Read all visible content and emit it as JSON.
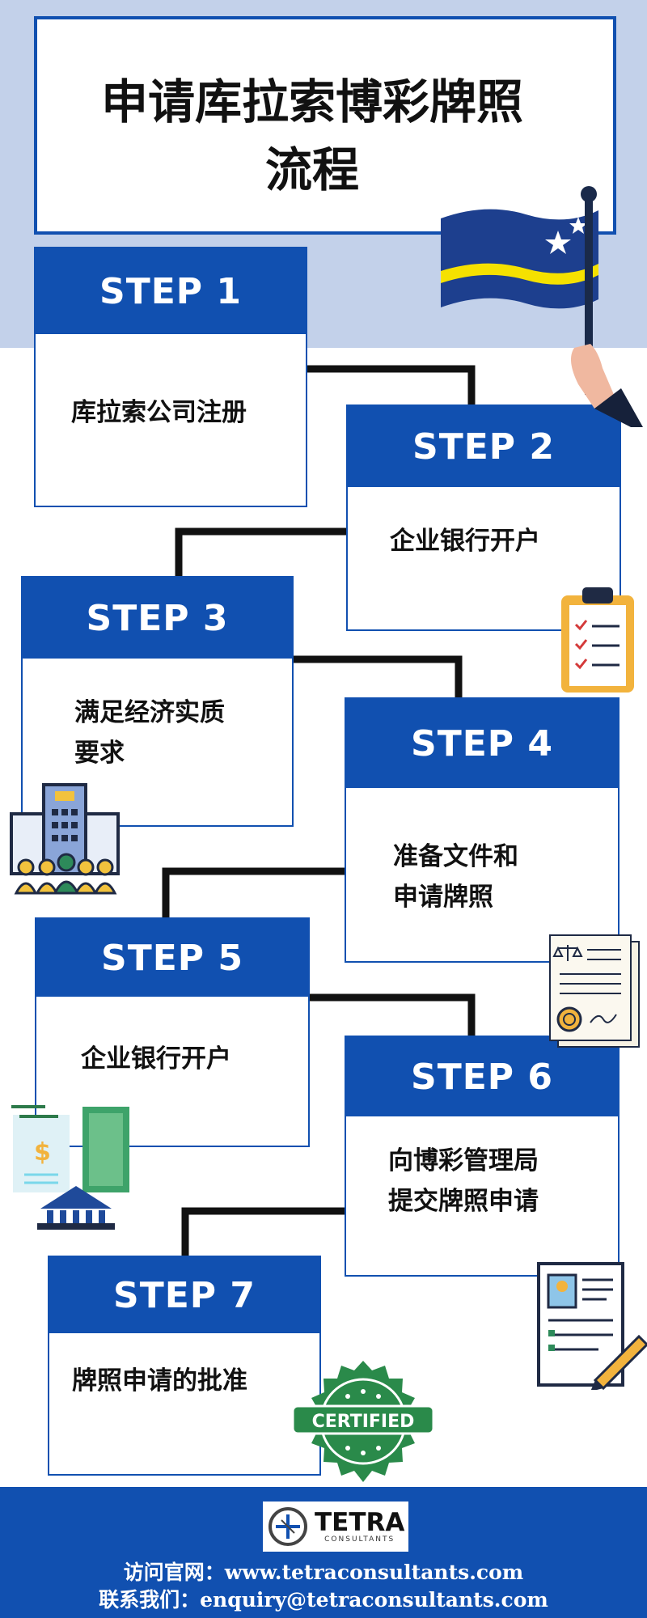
{
  "title": {
    "line1": "申请库拉索博彩牌照",
    "line2": "流程"
  },
  "steps": [
    {
      "label": "STEP 1",
      "lines": [
        "库拉索公司注册"
      ]
    },
    {
      "label": "STEP 2",
      "lines": [
        "企业银行开户"
      ]
    },
    {
      "label": "STEP 3",
      "lines": [
        "满足经济实质",
        "要求"
      ]
    },
    {
      "label": "STEP 4",
      "lines": [
        "准备文件和",
        "申请牌照"
      ]
    },
    {
      "label": "STEP 5",
      "lines": [
        "企业银行开户"
      ]
    },
    {
      "label": "STEP 6",
      "lines": [
        "向博彩管理局",
        "提交牌照申请"
      ]
    },
    {
      "label": "STEP 7",
      "lines": [
        "牌照申请的批准"
      ]
    }
  ],
  "badge": {
    "text": "CERTIFIED"
  },
  "logo": {
    "name": "TETRA",
    "sub": "CONSULTANTS"
  },
  "footer": {
    "website": "访问官网：www.tetraconsultants.com",
    "email": "联系我们：enquiry@tetraconsultants.com"
  },
  "colors": {
    "primary": "#1150b0",
    "light_bg": "#c3d1ea",
    "flag_yellow": "#f5e100"
  },
  "icons": [
    "curacao-flag-icon",
    "clipboard-checklist-icon",
    "office-building-people-icon",
    "legal-document-icon",
    "bank-money-icon",
    "resume-document-pen-icon",
    "certified-seal-icon"
  ]
}
